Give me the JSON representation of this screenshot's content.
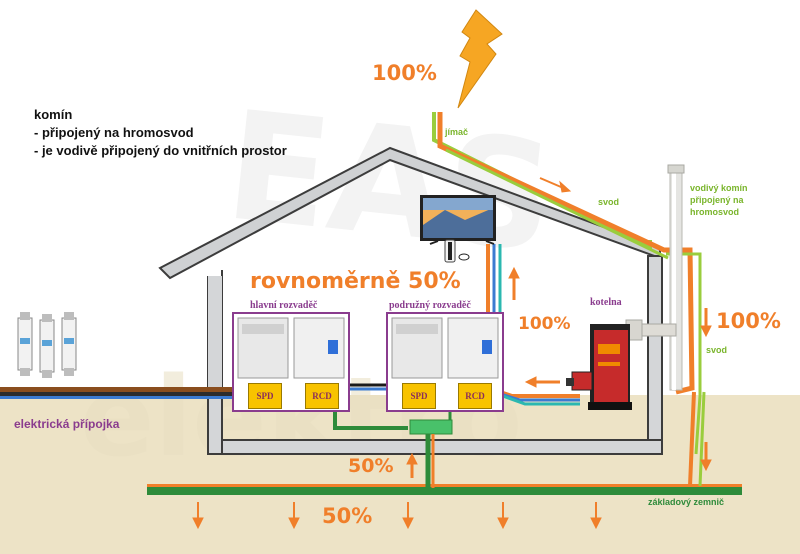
{
  "note": {
    "line1": "komín",
    "line2": "- připojený na hromosvod",
    "line3": "- je vodivě připojený do vnitřních prostor"
  },
  "labels": {
    "lightning_pct": "100%",
    "jimac": "jímač",
    "svod_roof": "svod",
    "chimney_1": "vodivý komín",
    "chimney_2": "připojený na",
    "chimney_3": "hromosvod",
    "kotelna": "kotelna",
    "boiler_pct": "100%",
    "svod_side_pct": "100%",
    "svod_side": "svod",
    "split_title": "rovnoměrně 50%",
    "hlavni": "hlavní rozvaděč",
    "podruzny": "podružný rozvaděč",
    "spd": "SPD",
    "rcd": "RCD",
    "elektricka": "elektrická přípojka",
    "up_pct": "50%",
    "ground_pct": "50%",
    "zemnic": "základový zemnič"
  },
  "watermark": "EAS elektro",
  "colors": {
    "orange": "#f07f2a",
    "green": "#7ab52c",
    "dark_green": "#2e8b3a",
    "purple": "#8a3c8e",
    "ground": "#ede3c6",
    "lightning": "#f6a623",
    "tag_yellow": "#f8c300"
  },
  "icons": {
    "lightning": "lightning-bolt-icon",
    "tv": "tv-icon",
    "console": "game-console-icon",
    "boiler": "boiler-icon",
    "chimney": "chimney-icon",
    "fuses": "fuse-icon"
  }
}
